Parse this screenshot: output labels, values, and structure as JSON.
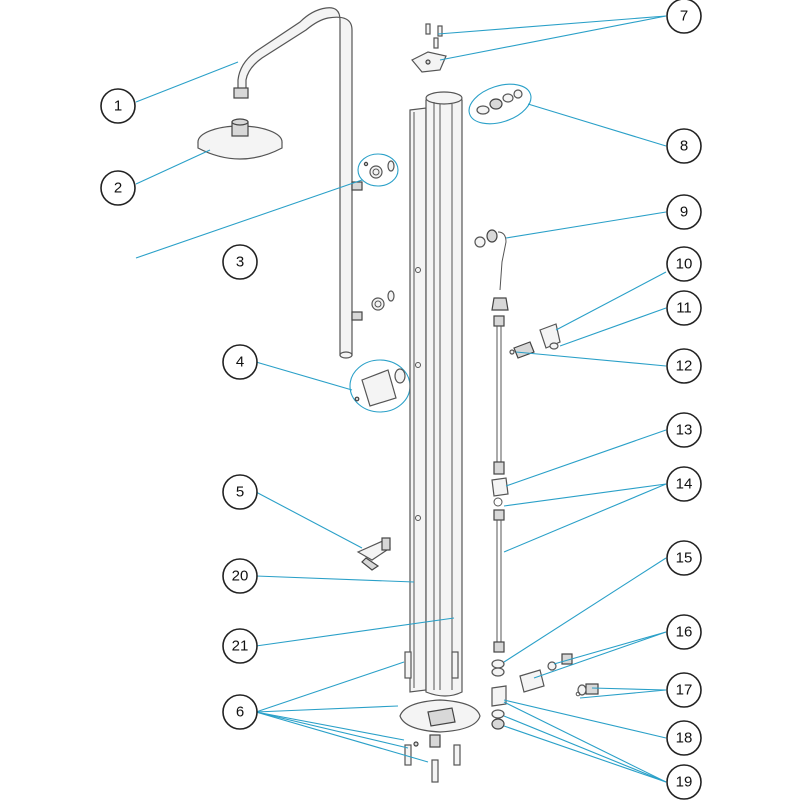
{
  "diagram": {
    "type": "exploded-parts-view",
    "leader_color": "#2aa0c8",
    "callouts": [
      {
        "label": "1"
      },
      {
        "label": "2"
      },
      {
        "label": "3"
      },
      {
        "label": "4"
      },
      {
        "label": "5"
      },
      {
        "label": "6"
      },
      {
        "label": "7"
      },
      {
        "label": "8"
      },
      {
        "label": "9"
      },
      {
        "label": "10"
      },
      {
        "label": "11"
      },
      {
        "label": "12"
      },
      {
        "label": "13"
      },
      {
        "label": "14"
      },
      {
        "label": "15"
      },
      {
        "label": "16"
      },
      {
        "label": "17"
      },
      {
        "label": "18"
      },
      {
        "label": "19"
      },
      {
        "label": "20"
      },
      {
        "label": "21"
      }
    ]
  }
}
